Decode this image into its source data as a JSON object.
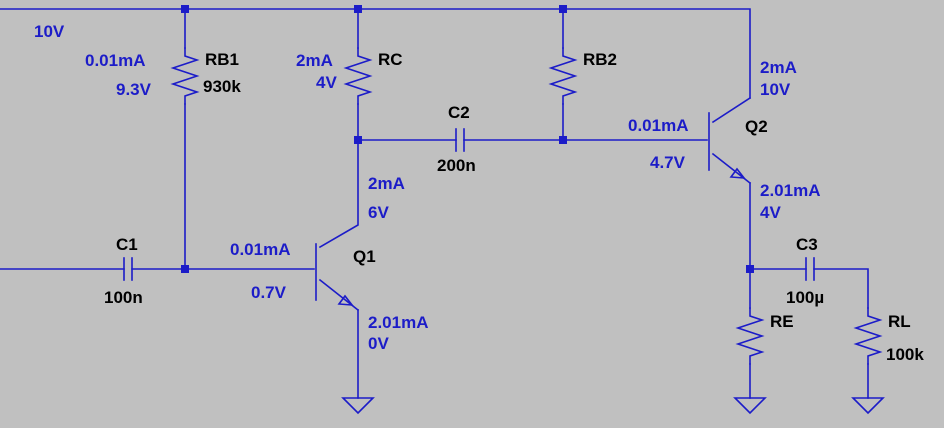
{
  "colors": {
    "background": "#c0c0c0",
    "wire": "#1c1cc8",
    "label": "#000000",
    "annotation": "#1c1cc8"
  },
  "supply": {
    "voltage": "10V"
  },
  "components": {
    "rb1": {
      "name": "RB1",
      "value": "930k",
      "current": "0.01mA",
      "voltage": "9.3V"
    },
    "rc": {
      "name": "RC",
      "current": "2mA",
      "voltage": "4V"
    },
    "rb2": {
      "name": "RB2"
    },
    "c1": {
      "name": "C1",
      "value": "100n"
    },
    "c2": {
      "name": "C2",
      "value": "200n"
    },
    "c3": {
      "name": "C3",
      "value": "100µ"
    },
    "re": {
      "name": "RE"
    },
    "rl": {
      "name": "RL",
      "value": "100k"
    },
    "q1": {
      "name": "Q1",
      "base_current": "0.01mA",
      "base_voltage": "0.7V",
      "collector_current": "2mA",
      "collector_voltage": "6V",
      "emitter_current": "2.01mA",
      "emitter_voltage": "0V"
    },
    "q2": {
      "name": "Q2",
      "base_current": "0.01mA",
      "base_voltage": "4.7V",
      "collector_current": "2mA",
      "collector_voltage": "10V",
      "emitter_current": "2.01mA",
      "emitter_voltage": "4V"
    }
  }
}
